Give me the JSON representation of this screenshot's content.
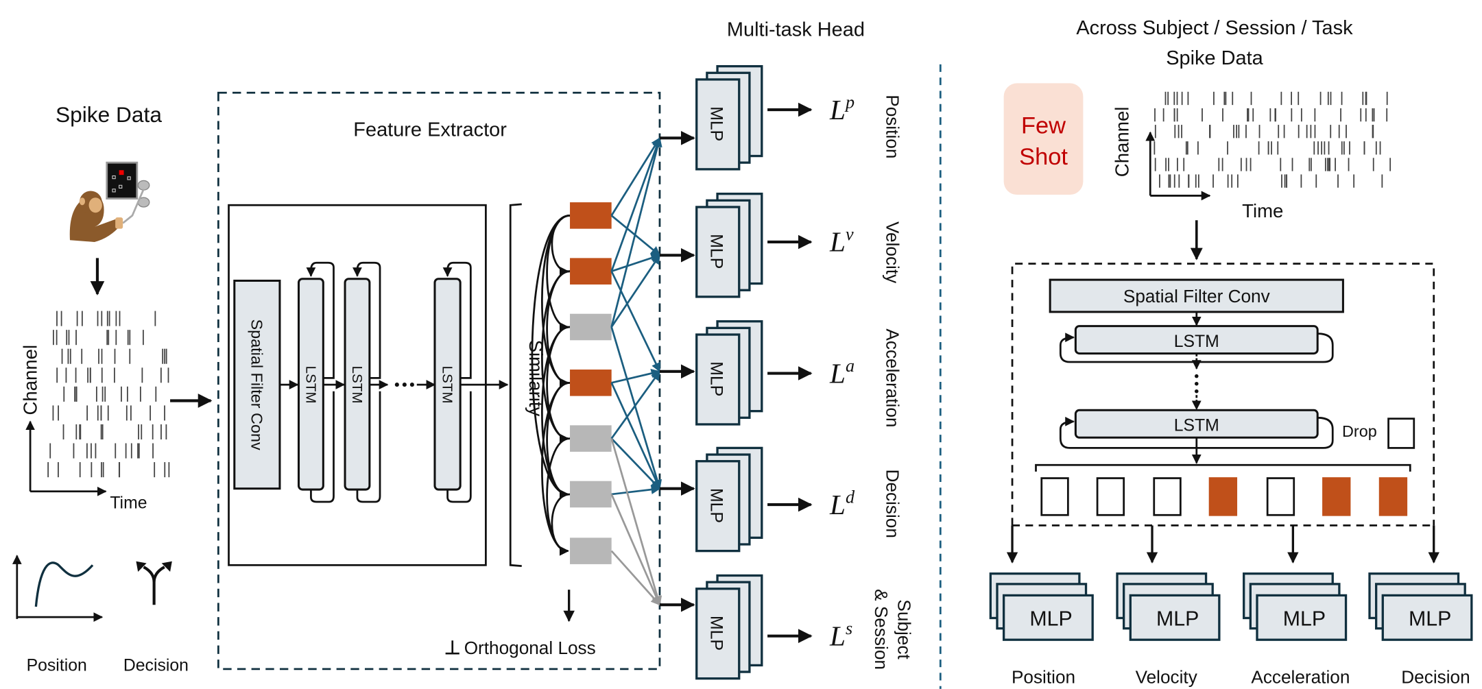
{
  "left": {
    "title": "Spike Data",
    "channel_label": "Channel",
    "time_label": "Time",
    "bottom_labels": [
      "Position",
      "Decision"
    ]
  },
  "feature_extractor": {
    "title": "Feature Extractor",
    "spatial_filter": "Spatial Filter Conv",
    "lstm_label": "LSTM",
    "similarity": "Similarity",
    "orthogonal_symbol": "⊥",
    "orthogonal_loss": "Orthogonal Loss",
    "feature_pattern": [
      "orange",
      "orange",
      "gray",
      "orange",
      "gray",
      "gray",
      "gray"
    ]
  },
  "multitask": {
    "title": "Multi-task Head",
    "mlp_label": "MLP",
    "heads": [
      {
        "loss": "L",
        "sup": "p",
        "label": [
          "Position"
        ]
      },
      {
        "loss": "L",
        "sup": "v",
        "label": [
          "Velocity"
        ]
      },
      {
        "loss": "L",
        "sup": "a",
        "label": [
          "Acceleration"
        ]
      },
      {
        "loss": "L",
        "sup": "d",
        "label": [
          "Decision"
        ]
      },
      {
        "loss": "L",
        "sup": "s",
        "label": [
          "Subject",
          "& Session"
        ]
      }
    ]
  },
  "right": {
    "title_line1": "Across Subject / Session / Task",
    "title_line2": "Spike Data",
    "few_shot": [
      "Few",
      "Shot"
    ],
    "channel_label": "Channel",
    "time_label": "Time",
    "spatial_filter": "Spatial Filter Conv",
    "lstm_label": "LSTM",
    "drop_label": "Drop",
    "feature_pattern": [
      "white",
      "white",
      "white",
      "orange",
      "white",
      "orange",
      "orange"
    ],
    "mlp_label": "MLP",
    "outputs": [
      "Position",
      "Velocity",
      "Acceleration",
      "Decision"
    ]
  },
  "colors": {
    "orange": "#c0501a",
    "gray": "#b7b7b7",
    "blue": "#1b5e80",
    "mlp_fill": "#e2e7eb",
    "few_shot_bg": "#fae0d4",
    "few_shot_text": "#c00000",
    "dashed": "#10303f"
  }
}
